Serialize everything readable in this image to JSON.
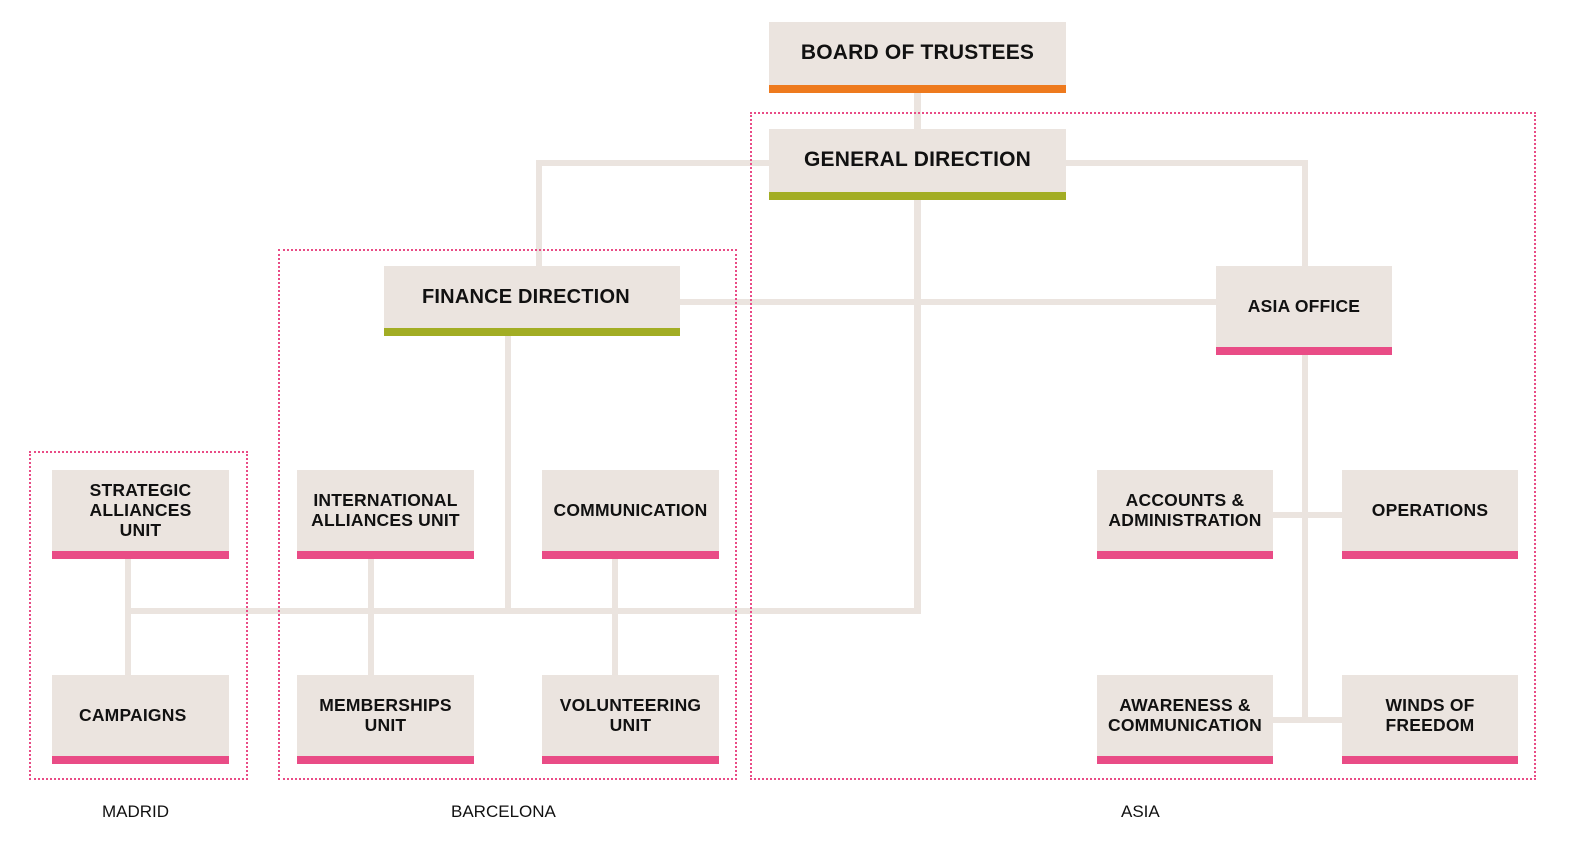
{
  "colors": {
    "node_bg": "#ebe4df",
    "connector": "#ebe4df",
    "region_border": "#e94c86",
    "accent_orange": "#ee7a1e",
    "accent_olive": "#a2ad24",
    "accent_pink": "#e94c86"
  },
  "nodes": {
    "board": {
      "label": "BOARD OF TRUSTEES",
      "accent": "orange"
    },
    "general": {
      "label": "GENERAL DIRECTION",
      "accent": "olive"
    },
    "finance": {
      "label": "FINANCE DIRECTION",
      "accent": "olive"
    },
    "asia_office": {
      "label": "ASIA OFFICE",
      "accent": "pink"
    },
    "strategic": {
      "label": "STRATEGIC\nALLIANCES\nUNIT",
      "accent": "pink"
    },
    "campaigns": {
      "label": "CAMPAIGNS",
      "accent": "pink"
    },
    "international": {
      "label": "INTERNATIONAL\nALLIANCES UNIT",
      "accent": "pink"
    },
    "communication": {
      "label": "COMMUNICATION",
      "accent": "pink"
    },
    "memberships": {
      "label": "MEMBERSHIPS\nUNIT",
      "accent": "pink"
    },
    "volunteering": {
      "label": "VOLUNTEERING\nUNIT",
      "accent": "pink"
    },
    "accounts": {
      "label": "ACCOUNTS &\nADMINISTRATION",
      "accent": "pink"
    },
    "operations": {
      "label": "OPERATIONS",
      "accent": "pink"
    },
    "awareness": {
      "label": "AWARENESS &\nCOMMUNICATION",
      "accent": "pink"
    },
    "winds": {
      "label": "WINDS OF\nFREEDOM",
      "accent": "pink"
    }
  },
  "regions": {
    "madrid": "MADRID",
    "barcelona": "BARCELONA",
    "asia": "ASIA"
  }
}
